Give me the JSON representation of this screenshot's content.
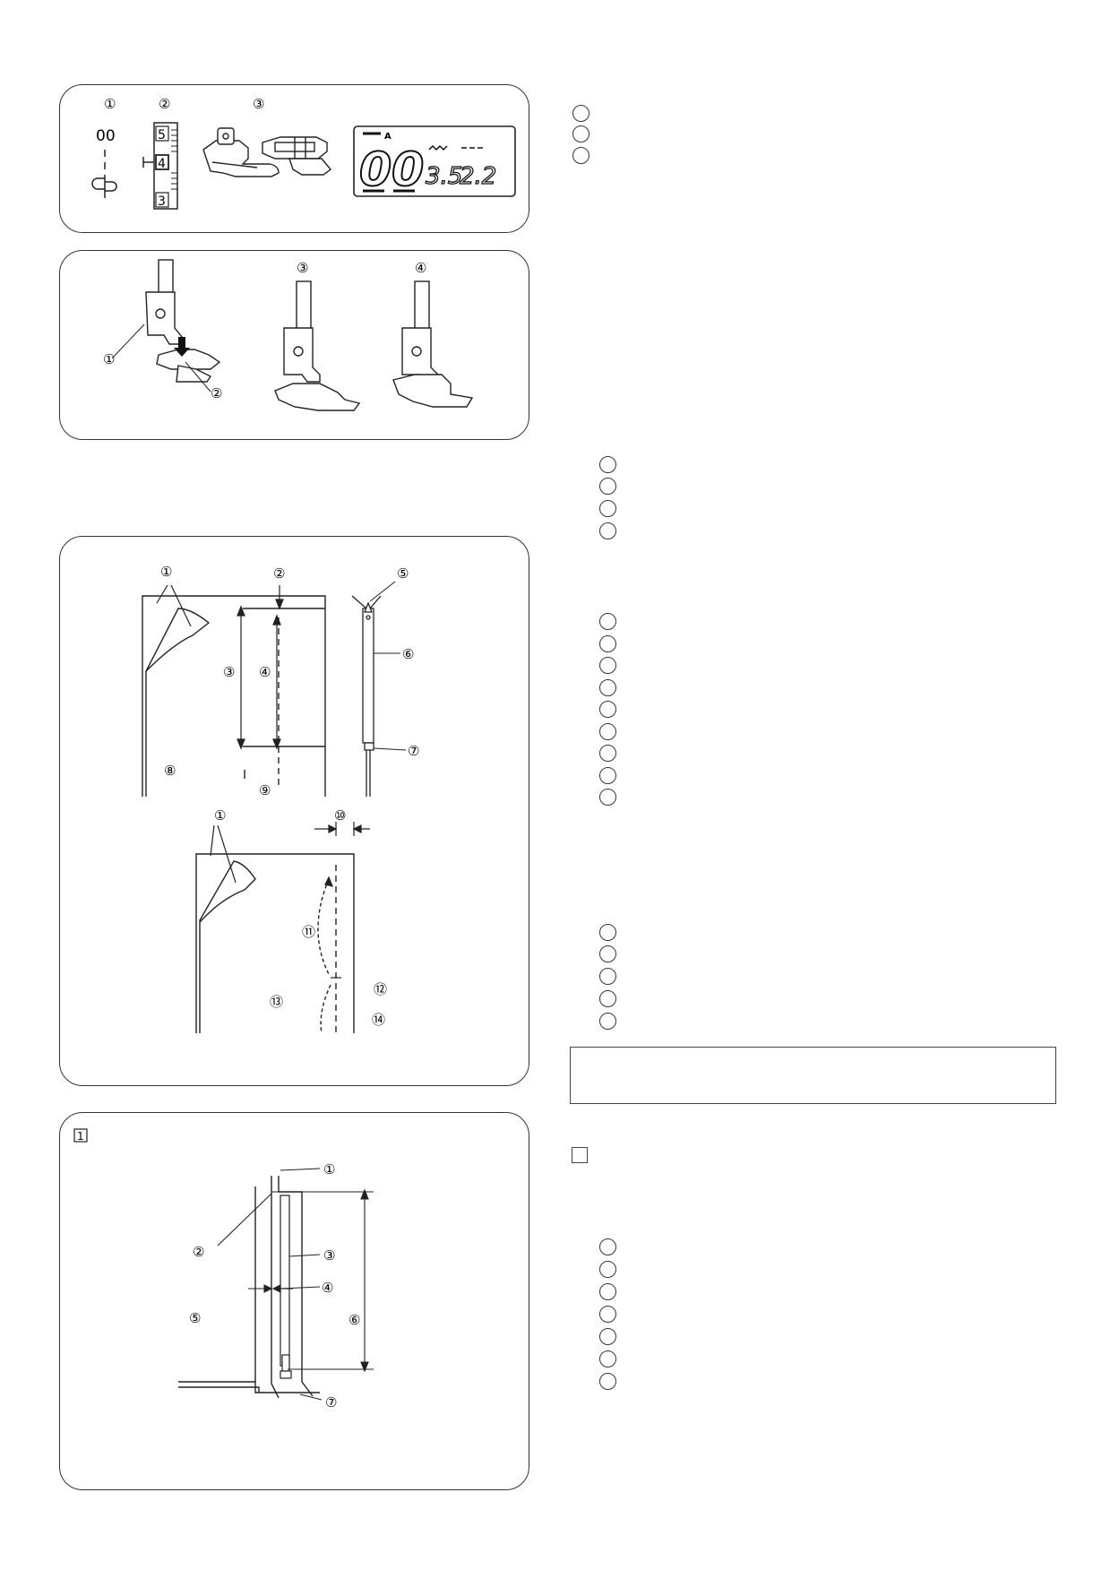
{
  "panel1": {
    "labels": [
      "①",
      "②",
      "③"
    ],
    "pattern_number": "00",
    "dial_values": [
      "5",
      "4",
      "3"
    ],
    "lcd": {
      "pattern": "00",
      "corner": "A",
      "width": "3.5",
      "length": "2.2"
    }
  },
  "panel2": {
    "labels": [
      "①",
      "②",
      "③",
      "④"
    ]
  },
  "panel3": {
    "labels_top": [
      "①",
      "②",
      "③",
      "④",
      "⑤",
      "⑥",
      "⑦",
      "⑧",
      "⑨"
    ],
    "labels_bottom": [
      "①",
      "⑩",
      "⑪",
      "⑫",
      "⑬",
      "⑭"
    ]
  },
  "panel4": {
    "step_number": "1",
    "labels": [
      "①",
      "②",
      "③",
      "④",
      "⑤",
      "⑥",
      "⑦"
    ]
  },
  "right_column": {
    "circle_groups": [
      3,
      4,
      9,
      5,
      7
    ]
  }
}
